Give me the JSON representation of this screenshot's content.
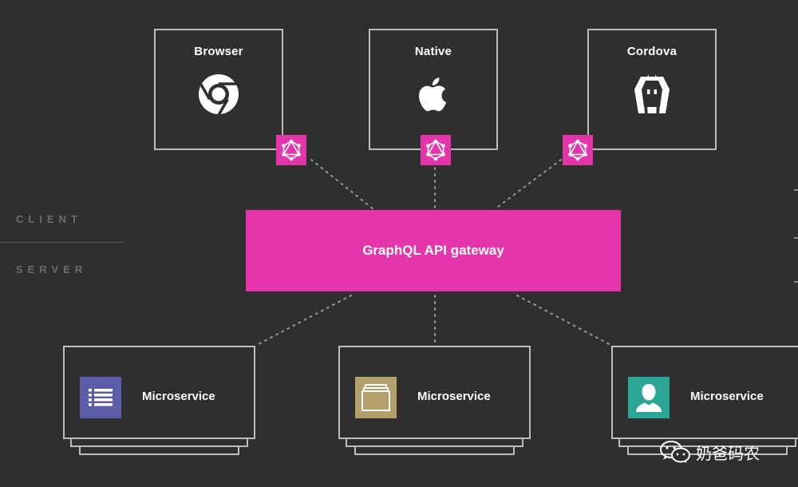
{
  "clients": [
    {
      "label": "Browser",
      "icon": "chrome-icon"
    },
    {
      "label": "Native",
      "icon": "apple-icon"
    },
    {
      "label": "Cordova",
      "icon": "cordova-icon"
    }
  ],
  "gateway": {
    "label": "GraphQL API gateway"
  },
  "zones": {
    "client": "CLIENT",
    "server": "SERVER"
  },
  "microservices": [
    {
      "label": "Microservice",
      "icon": "list-icon",
      "color": "#5b5ea6"
    },
    {
      "label": "Microservice",
      "icon": "layers-icon",
      "color": "#b3a06a"
    },
    {
      "label": "Microservice",
      "icon": "user-icon",
      "color": "#2aa596"
    }
  ],
  "watermark": {
    "text": "奶爸码农",
    "icon": "wechat-icon"
  },
  "colors": {
    "background": "#2f2f2f",
    "accent": "#e535ab",
    "border": "#bdbdbd",
    "connector": "#9a9a9a"
  }
}
